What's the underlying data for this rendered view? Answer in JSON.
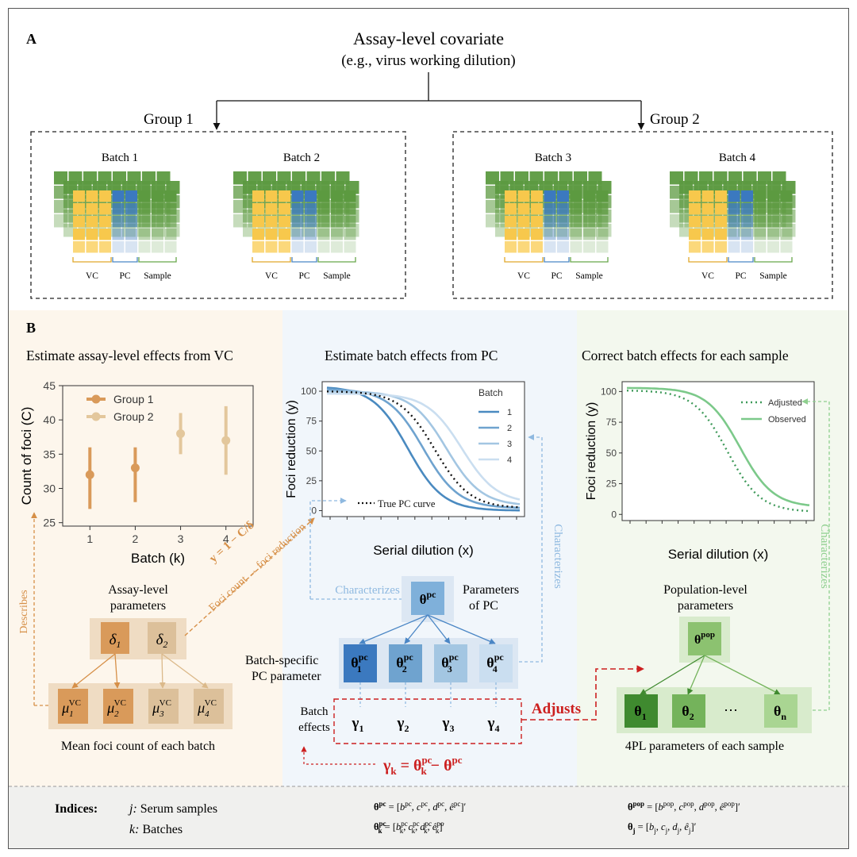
{
  "panel_a": {
    "label": "A",
    "covariate_title": "Assay-level covariate",
    "covariate_subtitle": "(e.g., virus working dilution)",
    "group1": "Group 1",
    "group2": "Group 2",
    "batches": [
      "Batch 1",
      "Batch 2",
      "Batch 3",
      "Batch 4"
    ],
    "plate_labels": {
      "vc": "VC",
      "pc": "PC",
      "sample": "Sample"
    }
  },
  "panel_b": {
    "label": "B",
    "col1_title": "Estimate assay-level effects from VC",
    "col2_title": "Estimate batch effects from PC",
    "col3_title": "Correct batch effects for each sample",
    "describes": "Describes",
    "formula_y": "y = 1 − C/δ",
    "foci_arrow": "Foci count → foci reduction",
    "assay_params_title": [
      "Assay-level",
      "parameters"
    ],
    "deltas": [
      "δ1",
      "δ2"
    ],
    "mus": [
      "μ1",
      "μ2",
      "μ3",
      "μ4"
    ],
    "mu_sup": "VC",
    "mean_foci": "Mean foci count of each batch",
    "characterizes": "Characterizes",
    "theta_pc": "θ",
    "theta_pc_sup": "pc",
    "params_of_pc": [
      "Parameters",
      "of PC"
    ],
    "batch_specific": [
      "Batch-specific",
      "PC parameter"
    ],
    "batch_effects": [
      "Batch",
      "effects"
    ],
    "gammas": [
      "γ1",
      "γ2",
      "γ3",
      "γ4"
    ],
    "adjusts": "Adjusts",
    "gamma_eq": "γk = θk − θ",
    "pop_params_title": [
      "Population-level",
      "parameters"
    ],
    "theta_pop_sup": "pop",
    "thetas": [
      "θ1",
      "θ2",
      "⋯",
      "θn"
    ],
    "four_pl": "4PL parameters of each sample"
  },
  "indices": {
    "label": "Indices:",
    "j": "j: Serum samples",
    "k": "k: Batches",
    "eq1": "θpc = [bpc, cpc, dpc, êpc]′",
    "eq2": "θkpc = [bkpc, ckpc, dkpc, êkpc]′",
    "eq3": "θpop = [bpop, cpop, dpop, êpop]′",
    "eq4": "θj = [bj, cj, dj, êj]′"
  },
  "chart_data": [
    {
      "type": "scatter",
      "xlabel": "Batch (k)",
      "ylabel": "Count of foci (C)",
      "x": [
        1,
        2,
        3,
        4
      ],
      "xlim": [
        0.4,
        4.6
      ],
      "ylim": [
        24.5,
        45
      ],
      "yticks": [
        25,
        30,
        35,
        40,
        45
      ],
      "xticks": [
        1,
        2,
        3,
        4
      ],
      "legend_position": "top-left",
      "series": [
        {
          "name": "Group 1",
          "color": "#d99a5a",
          "points": [
            {
              "x": 1,
              "y": 32,
              "low": 27,
              "high": 36
            },
            {
              "x": 2,
              "y": 33,
              "low": 28,
              "high": 36
            }
          ]
        },
        {
          "name": "Group 2",
          "color": "#e3c79c",
          "points": [
            {
              "x": 3,
              "y": 38,
              "low": 35,
              "high": 41
            },
            {
              "x": 4,
              "y": 37,
              "low": 32,
              "high": 42
            }
          ]
        }
      ]
    },
    {
      "type": "line",
      "xlabel": "Serial dilution (x)",
      "ylabel": "Foci reduction (y)",
      "ylim": [
        -5,
        108
      ],
      "yticks": [
        0,
        25,
        50,
        75,
        100
      ],
      "legend_title": "Batch",
      "legend_position": "top-right",
      "annotation": "True PC curve",
      "series": [
        {
          "name": "1",
          "color": "#4a8ac0",
          "top": 104,
          "bottom": 0,
          "mid": 0.42
        },
        {
          "name": "2",
          "color": "#6fa3cf",
          "top": 102,
          "bottom": 2,
          "mid": 0.5
        },
        {
          "name": "3",
          "color": "#a3c6e2",
          "top": 100,
          "bottom": 4,
          "mid": 0.62
        },
        {
          "name": "4",
          "color": "#cadef0",
          "top": 98,
          "bottom": 6,
          "mid": 0.7
        },
        {
          "name": "True PC curve",
          "color": "#111111",
          "dashed": true,
          "top": 100,
          "bottom": 2,
          "mid": 0.56
        }
      ]
    },
    {
      "type": "line",
      "xlabel": "Serial dilution (x)",
      "ylabel": "Foci reduction (y)",
      "ylim": [
        -5,
        108
      ],
      "yticks": [
        0,
        25,
        50,
        75,
        100
      ],
      "legend_position": "top-right",
      "series": [
        {
          "name": "Adjusted",
          "color": "#3f9a5a",
          "dashed": true,
          "top": 101,
          "bottom": 2,
          "mid": 0.55
        },
        {
          "name": "Observed",
          "color": "#7cc98a",
          "top": 103,
          "bottom": 6,
          "mid": 0.62
        }
      ]
    }
  ],
  "colors": {
    "vc_yellow": "#f6c955",
    "pc_blue": "#4a86c5",
    "sample_green": "#68a64b",
    "orange": "#d68f47",
    "red": "#cc1f1f",
    "light_blue": "#7fb0da",
    "light_green": "#8fcf8f"
  }
}
